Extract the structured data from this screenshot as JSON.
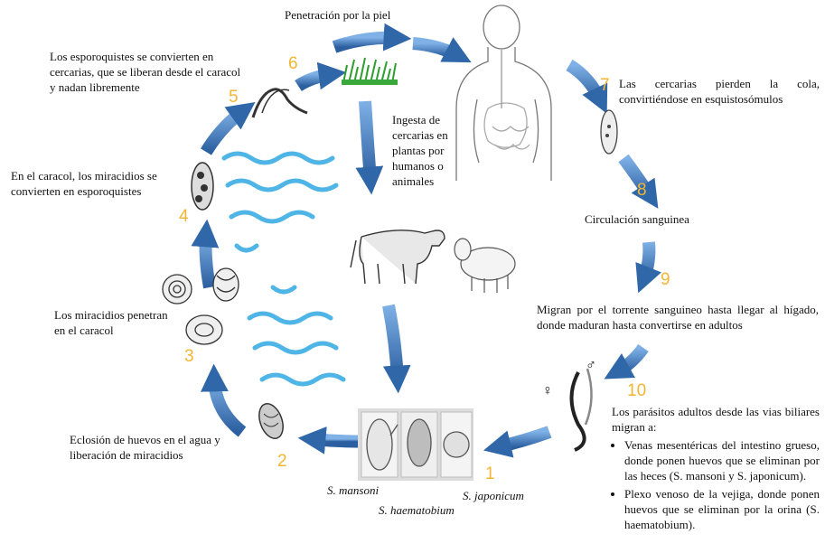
{
  "colors": {
    "arrow": "#3f79bd",
    "arrow_dark": "#244f86",
    "water": "#4fb4e6",
    "number": "#f2b632"
  },
  "steps": {
    "s1": {
      "num": "1",
      "label_mansoni": "S. mansoni",
      "label_haematobium": "S. haematobium",
      "label_japonicum": "S. japonicum"
    },
    "s2": {
      "num": "2",
      "text": "Eclosión de huevos en el agua y liberación de miracidios"
    },
    "s3": {
      "num": "3",
      "text": "Los miracidios penetran en el caracol"
    },
    "s4": {
      "num": "4",
      "text": "En el caracol, los miracidios se convierten en esporoquistes"
    },
    "s5": {
      "num": "5",
      "text": "Los esporoquistes se convierten en cercarias, que se liberan desde el caracol y nadan libremente"
    },
    "s6": {
      "num": "6",
      "text": "Penetración por la piel"
    },
    "s7": {
      "num": "7",
      "text": "Las cercarias pierden la cola, convirtiéndose en esquistosómulos"
    },
    "s8": {
      "num": "8",
      "text": "Circulación sanguinea"
    },
    "s9": {
      "num": "9",
      "text": "Migran por el torrente sanguineo hasta llegar al hígado, donde maduran hasta convertirse en adultos"
    },
    "s10": {
      "num": "10",
      "intro": "Los parásitos adultos desde las vias biliares migran a:",
      "bullets": [
        "Venas mesentéricas del intestino grueso, donde ponen huevos que se eliminan por las heces (S. mansoni y S. japonicum).",
        "Plexo venoso de la vejiga, donde ponen huevos que se eliminan por la orina (S. haematobium)."
      ],
      "male_symbol": "♂",
      "female_symbol": "♀"
    }
  },
  "ingestion_text": "Ingesta de cercarias en plantas por humanos o animales"
}
